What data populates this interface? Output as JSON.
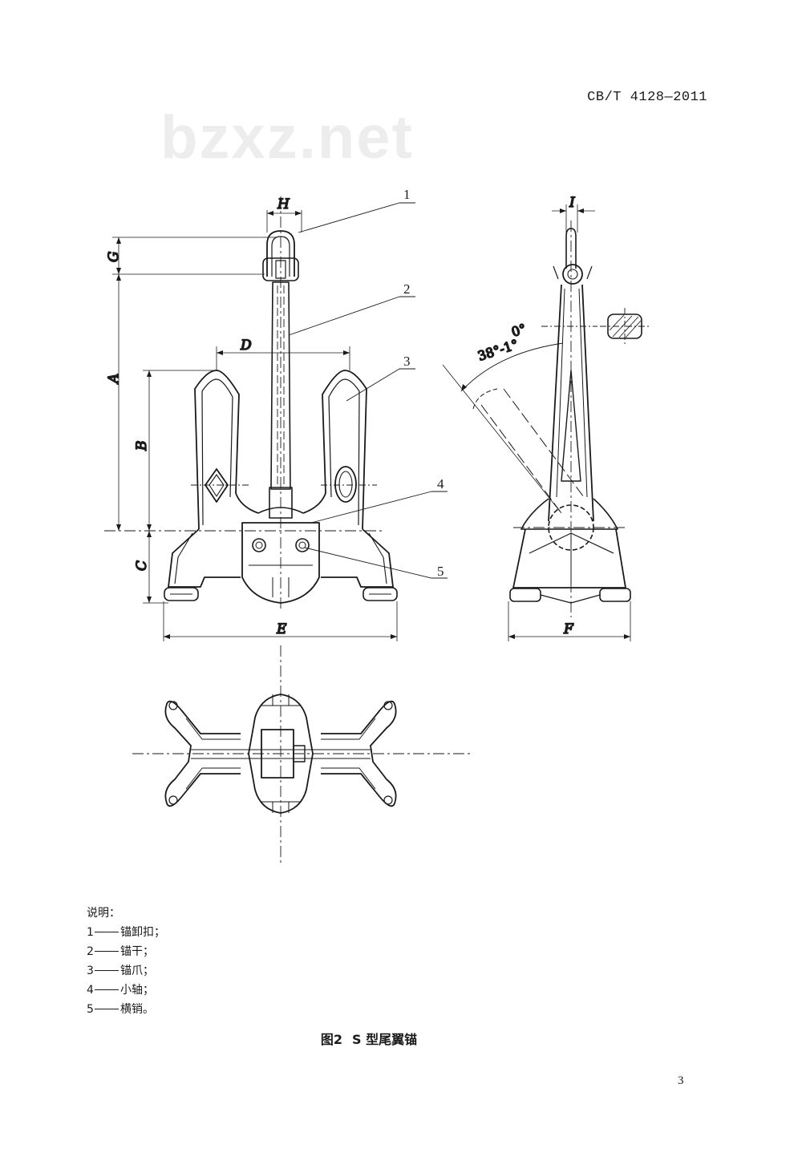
{
  "header": {
    "standard_code": "CB/T 4128—2011"
  },
  "watermark": "bzxz.net",
  "figure": {
    "dimension_labels": {
      "A": "A",
      "B": "B",
      "C": "C",
      "D": "D",
      "E": "E",
      "F": "F",
      "G": "G",
      "H": "H",
      "I": "I"
    },
    "callouts": [
      "1",
      "2",
      "3",
      "4",
      "5"
    ],
    "angle_top": "0°",
    "angle_bottom": "38°-1°"
  },
  "legend": {
    "title": "说明：",
    "items": [
      {
        "num": "1",
        "text": "锚卸扣；"
      },
      {
        "num": "2",
        "text": "锚干；"
      },
      {
        "num": "3",
        "text": "锚爪；"
      },
      {
        "num": "4",
        "text": "小轴；"
      },
      {
        "num": "5",
        "text": "横销。"
      }
    ]
  },
  "caption": {
    "label": "图2",
    "title": "S 型尾翼锚"
  },
  "page_number": "3"
}
